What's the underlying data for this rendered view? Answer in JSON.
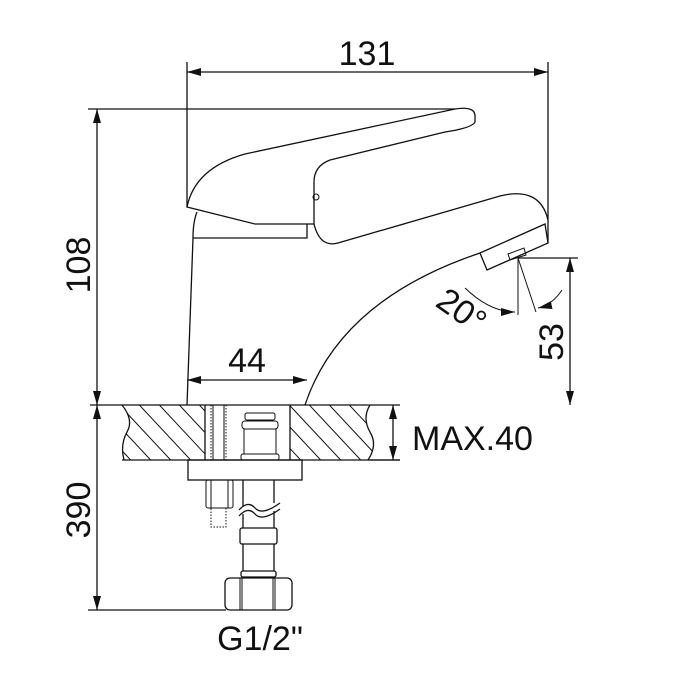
{
  "drawing": {
    "title": "Basin mixer faucet dimension drawing",
    "dimensions": {
      "overall_width": "131",
      "overall_height": "108",
      "base_width": "44",
      "spout_height": "53",
      "spout_angle": "20°",
      "counter_thickness": "MAX.40",
      "hose_length": "390",
      "connection": "G1/2\""
    },
    "colors": {
      "line": "#111111",
      "background": "#ffffff"
    }
  }
}
